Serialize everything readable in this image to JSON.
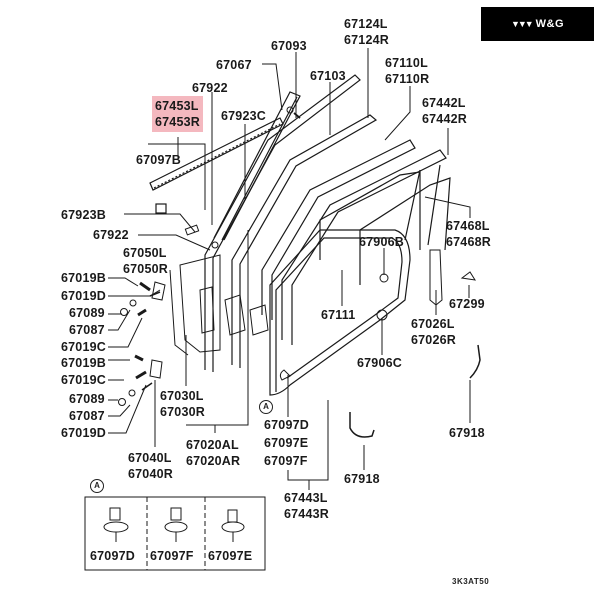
{
  "brand": {
    "logo_icon": "triple-triangle-logo",
    "name": "W&G",
    "colors": {
      "background": "#000000",
      "text": "#ffffff"
    }
  },
  "highlight_color": "#f4b8bf",
  "diagram_code": "3K3AT50",
  "detail_marker": "A",
  "labels": {
    "p67093": "67093",
    "p67124": [
      "67124L",
      "67124R"
    ],
    "p67067": "67067",
    "p67103": "67103",
    "p67110": [
      "67110L",
      "67110R"
    ],
    "p67922_top": "67922",
    "p67453": [
      "67453L",
      "67453R"
    ],
    "p67923C": "67923C",
    "p67442": [
      "67442L",
      "67442R"
    ],
    "p67097B": "67097B",
    "p67468": [
      "67468L",
      "67468R"
    ],
    "p67923B": "67923B",
    "p67922_mid": "67922",
    "p67050": [
      "67050L",
      "67050R"
    ],
    "p67906B": "67906B",
    "left_column": [
      "67019B",
      "67019D",
      "67089",
      "67087",
      "67019C",
      "67019B",
      "67019C",
      "67089",
      "67087",
      "67019D"
    ],
    "p67299": "67299",
    "p67111": "67111",
    "p67026": [
      "67026L",
      "67026R"
    ],
    "p67906C": "67906C",
    "p67030": [
      "67030L",
      "67030R"
    ],
    "p67097DEF": [
      "67097D",
      "67097E",
      "67097F"
    ],
    "p67918_right": "67918",
    "p67020A": [
      "67020AL",
      "67020AR"
    ],
    "p67040": [
      "67040L",
      "67040R"
    ],
    "p67918_mid": "67918",
    "p67443": [
      "67443L",
      "67443R"
    ],
    "detail_box": [
      "67097D",
      "67097F",
      "67097E"
    ]
  }
}
